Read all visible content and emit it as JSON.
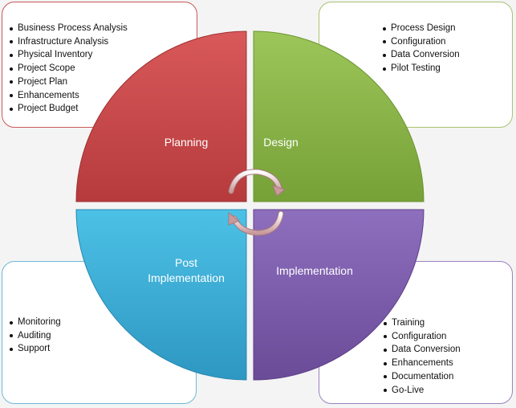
{
  "quadrants": {
    "planning": {
      "label": "Planning",
      "items": [
        "Business Process Analysis",
        "Infrastructure Analysis",
        "Physical Inventory",
        "Project Scope",
        "Project Plan",
        "Enhancements",
        "Project Budget"
      ]
    },
    "design": {
      "label": "Design",
      "items": [
        "Process Design",
        "Configuration",
        "Data Conversion",
        "Pilot Testing"
      ]
    },
    "implementation": {
      "label": "Implementation",
      "items": [
        "Training",
        "Configuration",
        "Data Conversion",
        "Enhancements",
        "Documentation",
        "Go-Live"
      ]
    },
    "post": {
      "label_line1": "Post",
      "label_line2": "Implementation",
      "items": [
        "Monitoring",
        "Auditing",
        "Support"
      ]
    }
  },
  "colors": {
    "planning": "#c94a4b",
    "design": "#8db54a",
    "implementation": "#7e5fae",
    "post": "#3fb0d7",
    "cycle_arrow": "#d2a6a8"
  },
  "icons": {
    "cycle_arrow_top": "curved-arrow-icon",
    "cycle_arrow_bottom": "curved-arrow-icon"
  }
}
